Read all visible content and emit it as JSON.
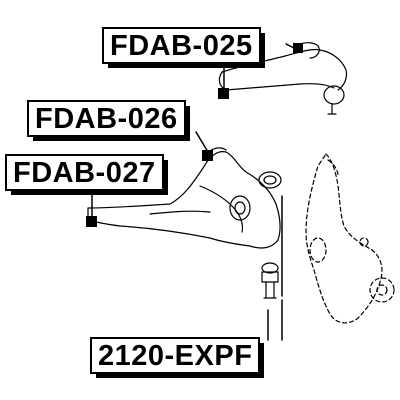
{
  "parts": [
    {
      "id": "upper-arm",
      "part_number": "FDAB-025"
    },
    {
      "id": "lower-arm-front",
      "part_number": "FDAB-026"
    },
    {
      "id": "lower-arm-rear",
      "part_number": "FDAB-027"
    },
    {
      "id": "ball-joint",
      "part_number": "2120-EXPF"
    }
  ],
  "colors": {
    "line": "#000000",
    "box_fill": "#ffffff",
    "marker": "#000000"
  }
}
